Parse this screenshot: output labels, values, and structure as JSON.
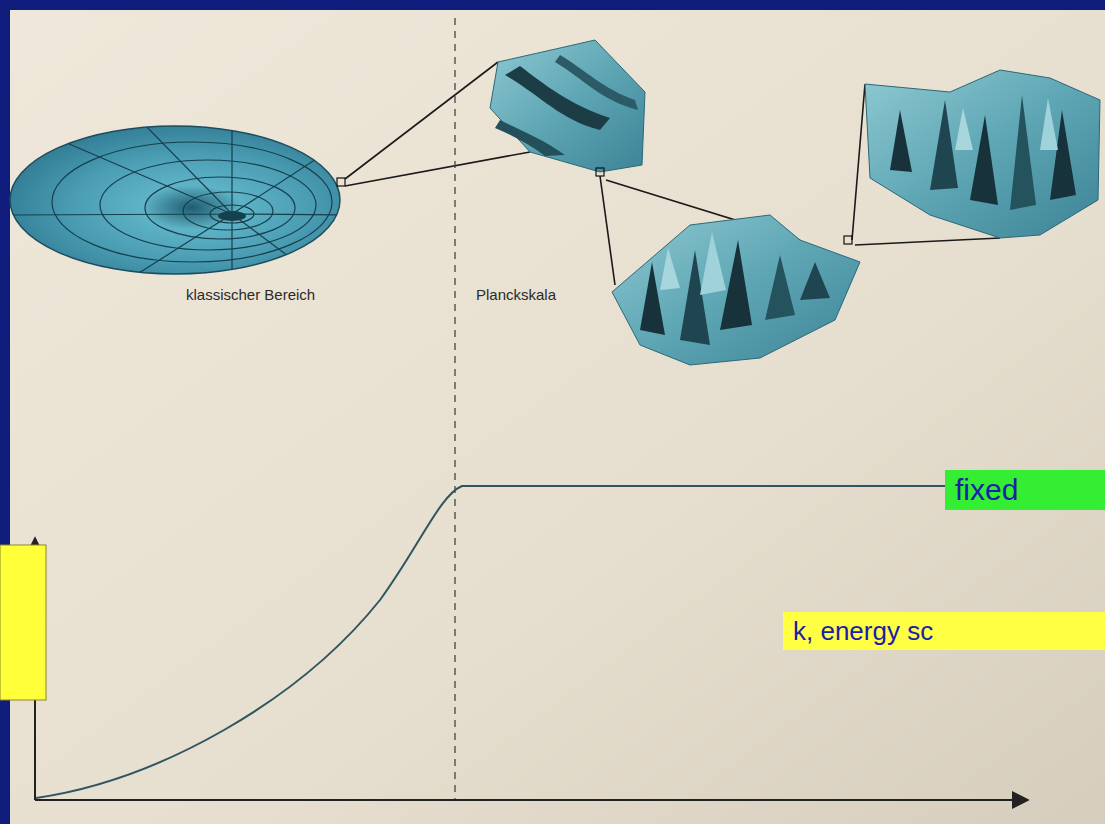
{
  "diagram": {
    "nodes": [
      {
        "text": [
          "fixed"
        ]
      },
      {
        "text": [
          "k, energy sc"
        ]
      }
    ],
    "labels": [
      "klassischer Bereich",
      "Planckskala"
    ]
  }
}
